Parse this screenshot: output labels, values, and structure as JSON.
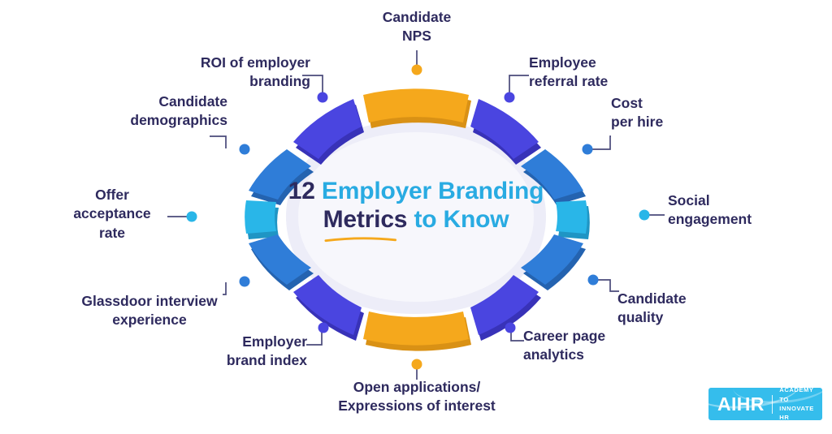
{
  "title": {
    "count": "12",
    "part_cyan_1": "Employer Branding",
    "part_dark_2": "Metrics",
    "part_cyan_2": "to Know",
    "full": "12 Employer Branding Metrics to Know",
    "color_dark": "#2E2A5E",
    "color_cyan": "#29ABE2",
    "underline_color": "#F5A81C"
  },
  "metrics": [
    {
      "id": "candidate-nps",
      "label": "Candidate\nNPS",
      "dot_color": "#F5A81C",
      "position": "top-center"
    },
    {
      "id": "employee-referral-rate",
      "label": "Employee\nreferral rate",
      "dot_color": "#4A45E0",
      "position": "top-right"
    },
    {
      "id": "cost-per-hire",
      "label": "Cost\nper hire",
      "dot_color": "#2F7DD8",
      "position": "right-upper"
    },
    {
      "id": "social-engagement",
      "label": "Social\nengagement",
      "dot_color": "#29B6E8",
      "position": "right-center"
    },
    {
      "id": "candidate-quality",
      "label": "Candidate\nquality",
      "dot_color": "#2F7DD8",
      "position": "right-lower"
    },
    {
      "id": "career-page-analytics",
      "label": "Career page\nanalytics",
      "dot_color": "#4A45E0",
      "position": "bottom-right"
    },
    {
      "id": "open-applications",
      "label": "Open applications/\nExpressions of interest",
      "dot_color": "#F5A81C",
      "position": "bottom-center"
    },
    {
      "id": "employer-brand-index",
      "label": "Employer\nbrand index",
      "dot_color": "#4A45E0",
      "position": "bottom-left"
    },
    {
      "id": "glassdoor-interview-experience",
      "label": "Glassdoor interview\nexperience",
      "dot_color": "#2F7DD8",
      "position": "left-lower"
    },
    {
      "id": "offer-acceptance-rate",
      "label": "Offer\nacceptance\nrate",
      "dot_color": "#29B6E8",
      "position": "left-center"
    },
    {
      "id": "candidate-demographics",
      "label": "Candidate\ndemographics",
      "dot_color": "#2F7DD8",
      "position": "left-upper"
    },
    {
      "id": "roi-of-employer-branding",
      "label": "ROI of employer\nbranding",
      "dot_color": "#4A45E0",
      "position": "top-left"
    }
  ],
  "ring": {
    "segment_count": 12,
    "colors": {
      "orange": "#F5A81C",
      "orange_shadow": "#D99115",
      "indigo": "#4A45E0",
      "indigo_shadow": "#3832B8",
      "blue": "#2F7DD8",
      "blue_shadow": "#2463B0",
      "cyan": "#29B6E8",
      "cyan_shadow": "#1F95C4"
    },
    "inner_fill": "#EDEDF8"
  },
  "label_text_color": "#2E2A5E",
  "connector_color": "#4A4A7A",
  "background": "#FFFFFF",
  "logo": {
    "name": "AIHR",
    "tagline_line1": "ACADEMY TO",
    "tagline_line2": "INNOVATE HR",
    "background": "#35BDEC",
    "text_color": "#FFFFFF"
  }
}
